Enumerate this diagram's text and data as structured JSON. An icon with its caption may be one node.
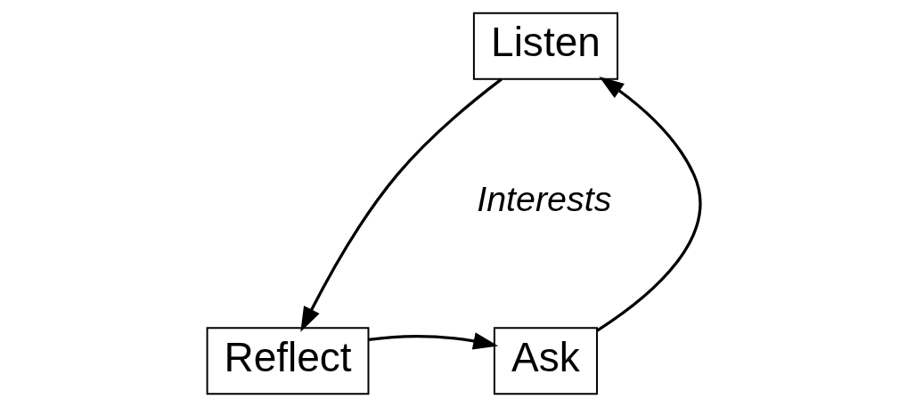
{
  "diagram": {
    "nodes": [
      {
        "text": [
          "Listen"
        ]
      },
      {
        "text": [
          "Ask"
        ]
      },
      {
        "text": [
          "Reflect"
        ]
      }
    ],
    "edges": [
      {
        "from": 0,
        "to": 2,
        "arrow": "to"
      },
      {
        "from": 2,
        "to": 1,
        "arrow": "to"
      },
      {
        "from": 1,
        "to": 0,
        "arrow": "to"
      }
    ],
    "labels": [
      "Interests"
    ]
  }
}
